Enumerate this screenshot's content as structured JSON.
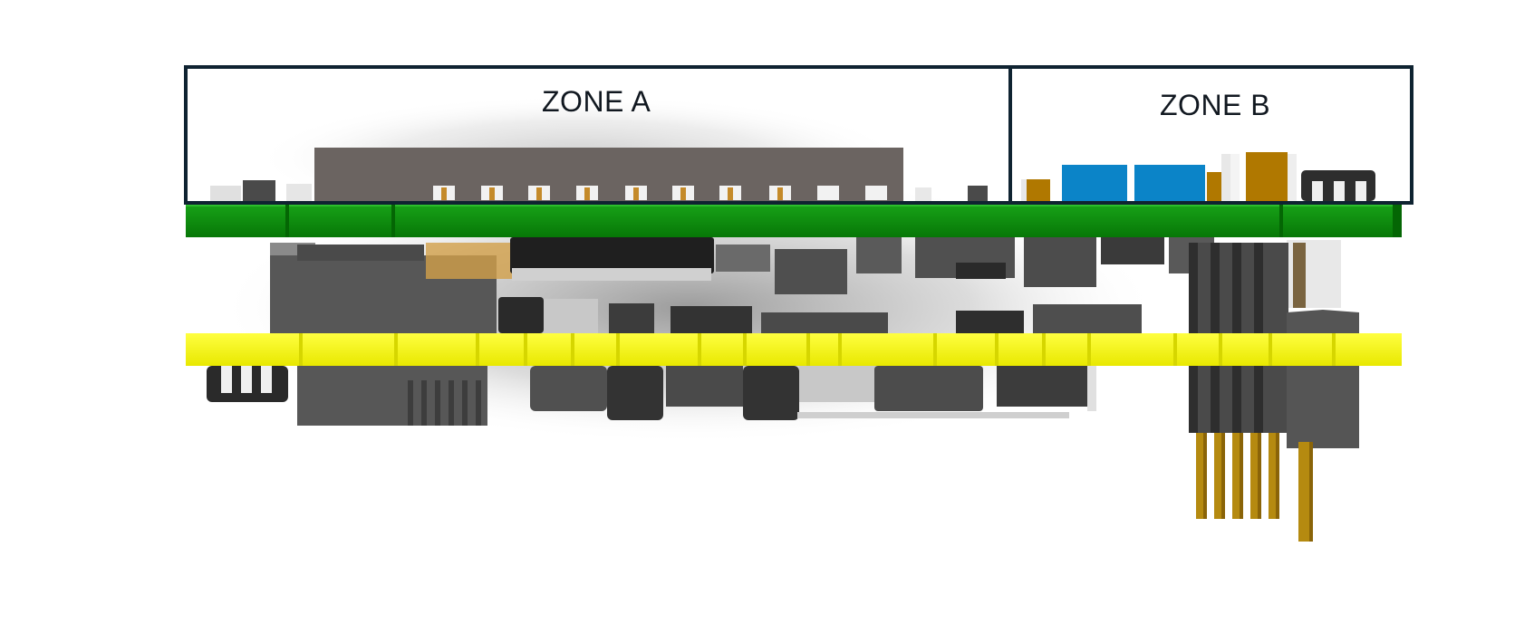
{
  "zones": [
    {
      "id": "a",
      "label": "ZONE A"
    },
    {
      "id": "b",
      "label": "ZONE B"
    }
  ],
  "colors": {
    "zone_border": "#0f2331",
    "pcb_top": "#0b8a0b",
    "pcb_top_edge": "#046604",
    "pcb_bottom": "#ffff00",
    "pcb_bottom_edge": "#d9d900",
    "component_dark": "#3a3a3a",
    "component_gray": "#5c5c5c",
    "connector_housing": "#6b6461",
    "capacitor_blue": "#0b84c8",
    "tantalum": "#b07800",
    "header_pin": "#b58a10"
  }
}
